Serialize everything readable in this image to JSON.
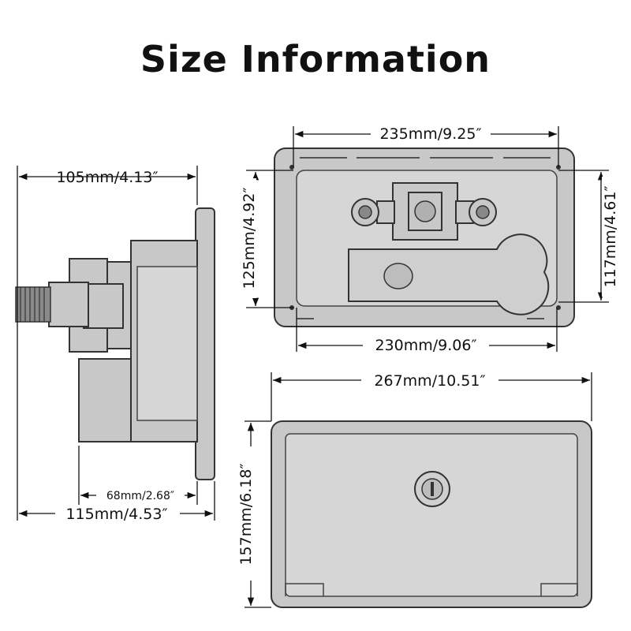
{
  "title": "Size Information",
  "dimensions": {
    "side_overall_depth": "105mm/4.13″",
    "side_body_depth": "68mm/2.68″",
    "side_total_depth": "115mm/4.53″",
    "back_top_width": "235mm/9.25″",
    "back_left_height": "125mm/4.92″",
    "back_right_height": "117mm/4.61″",
    "back_bottom_width": "230mm/9.06″",
    "front_width": "267mm/10.51″",
    "front_height": "157mm/6.18″"
  },
  "colors": {
    "body": "#c8c8c8",
    "outline": "#333333"
  }
}
